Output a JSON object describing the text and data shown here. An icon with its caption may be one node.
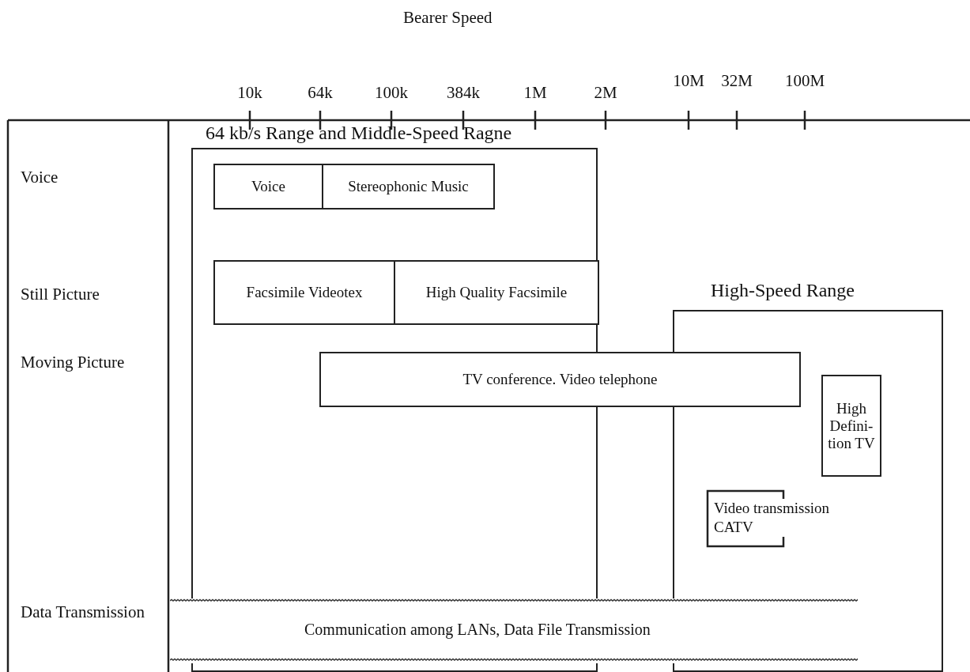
{
  "diagram": {
    "nodes": [
      {
        "text": [
          "64 kb/s Range and Middle-Speed Ragne"
        ]
      },
      {
        "text": [
          "Voice"
        ],
        "in": 0
      },
      {
        "text": [
          "Stereophonic Music"
        ],
        "in": 0
      },
      {
        "text": [
          "Facsimile Videotex"
        ],
        "in": 0
      },
      {
        "text": [
          "High Quality Facsimile"
        ],
        "in": 0
      },
      {
        "text": [
          "High-Speed Range"
        ]
      },
      {
        "text": [
          "TV conference.  Video telephone"
        ]
      },
      {
        "text": [
          "High Defini- tion TV"
        ],
        "in": 5
      },
      {
        "text": [
          "Video transmission CATV"
        ],
        "in": 5
      },
      {
        "text": [
          "Communication among LANs, Data File Transmission"
        ]
      }
    ],
    "edges": [],
    "labels": [
      "Bearer Speed",
      "10k",
      "64k",
      "100k",
      "384k",
      "1M",
      "2M",
      "10M",
      "32M",
      "100M",
      "Voice",
      "Still Picture",
      "Moving Picture",
      "Data Transmission"
    ]
  }
}
